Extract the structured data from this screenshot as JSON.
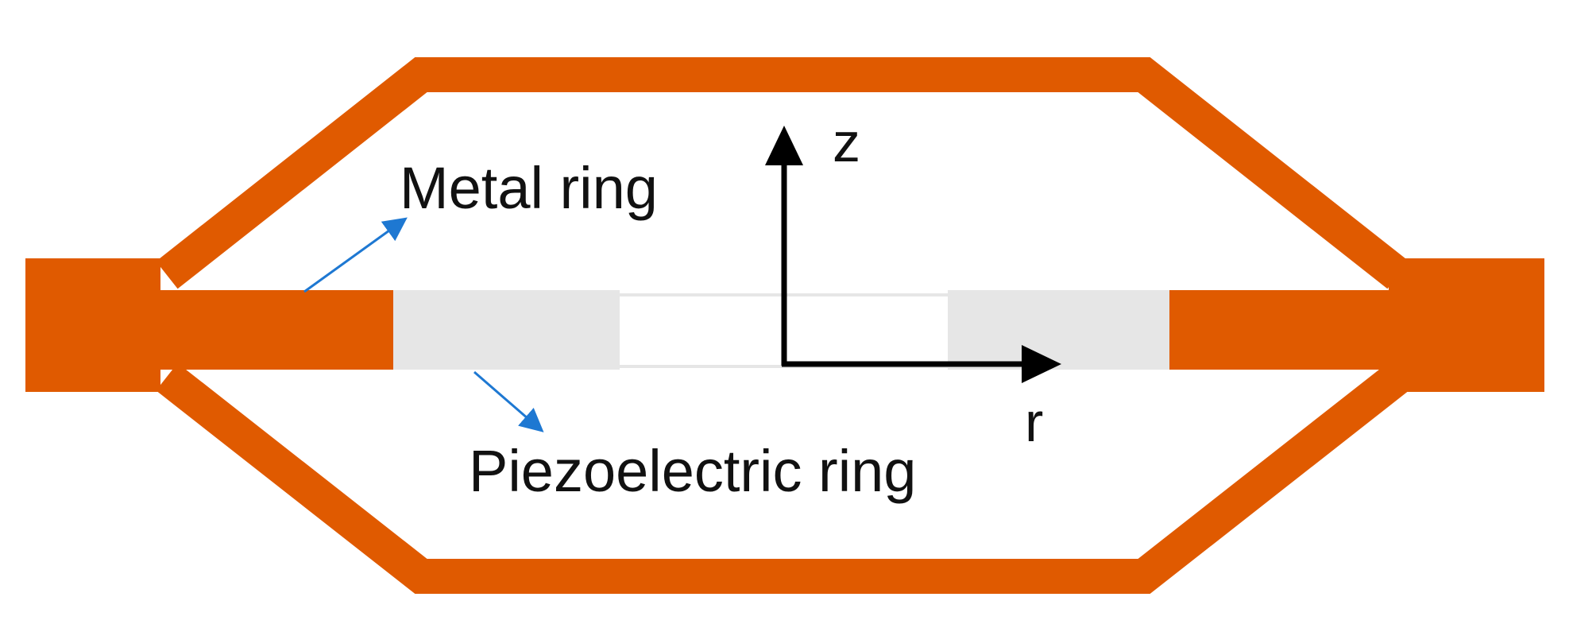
{
  "labels": {
    "metal_ring": "Metal ring",
    "piezoelectric_ring": "Piezoelectric ring",
    "axis_z": "z",
    "axis_r": "r"
  },
  "colors": {
    "metal": "#E05A00",
    "piezo": "#E6E6E6",
    "leader_arrow": "#1E78D2",
    "axis": "#000000",
    "text": "#111111",
    "background": "#FFFFFF"
  }
}
